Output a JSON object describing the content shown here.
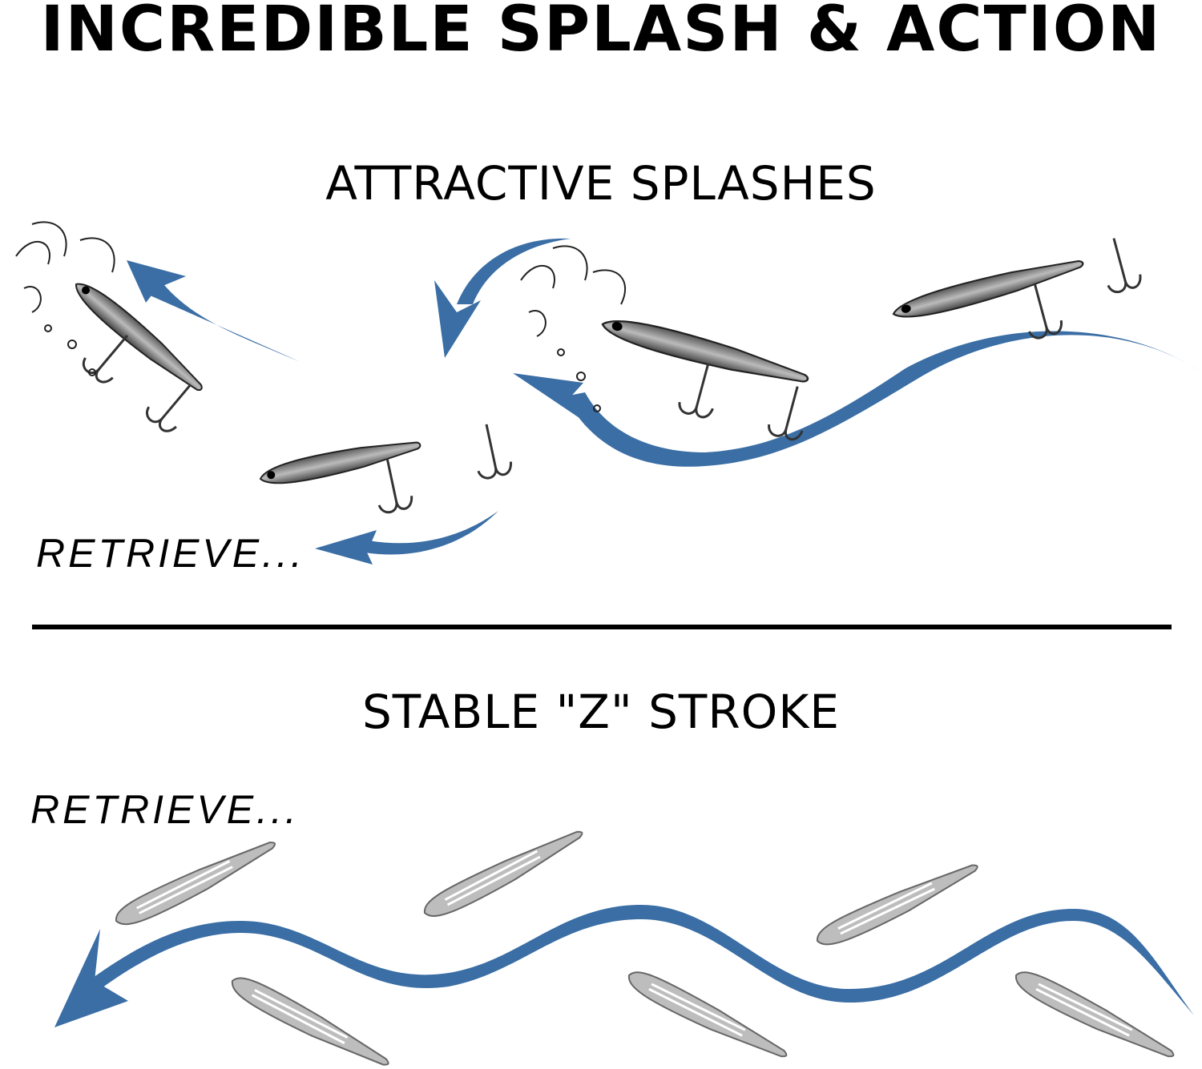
{
  "title": "INCREDIBLE SPLASH & ACTION",
  "section1": {
    "heading": "ATTRACTIVE SPLASHES",
    "label": "RETRIEVE..."
  },
  "section2": {
    "heading": "STABLE \"Z\" STROKE",
    "label": "RETRIEVE..."
  },
  "colors": {
    "arrow": "#3a6ea5",
    "text": "#000000"
  }
}
